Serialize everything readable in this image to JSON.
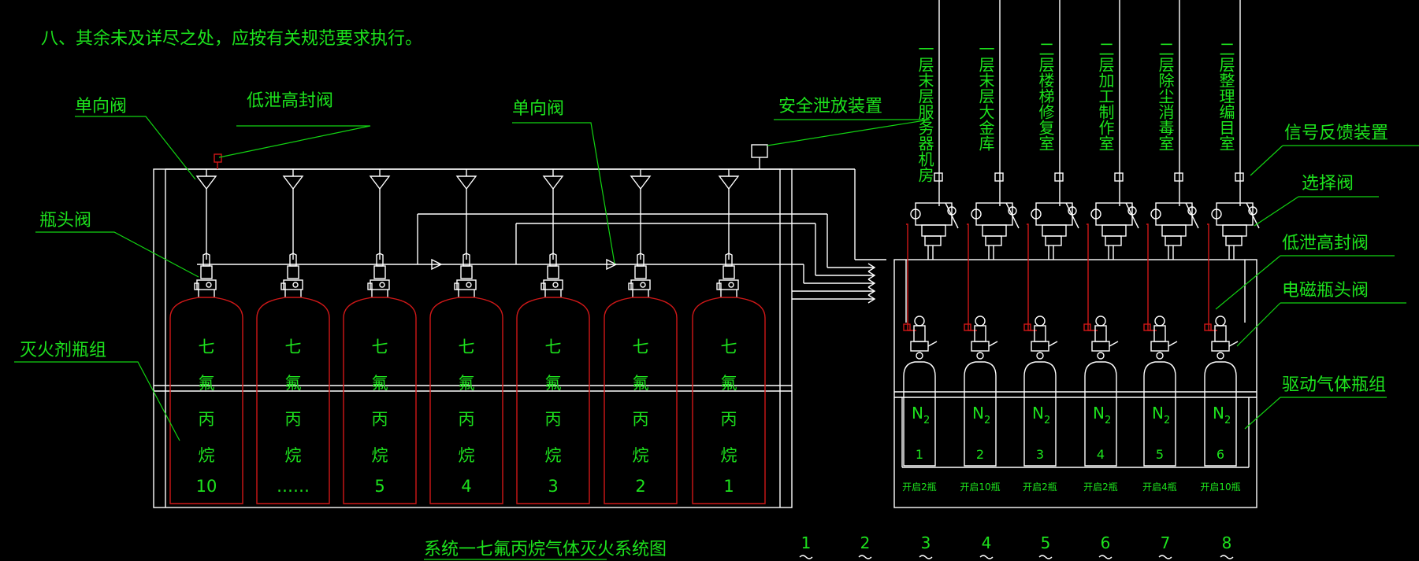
{
  "note": "八、其余未及详尽之处，应按有关规范要求执行。",
  "labels": {
    "check_valve_left": "单向阀",
    "low_leak_seal_valve_top": "低泄高封阀",
    "check_valve_mid": "单向阀",
    "safety_relief": "安全泄放装置",
    "bottle_valve": "瓶头阀",
    "agent_bottle_group": "灭火剂瓶组",
    "signal_feedback": "信号反馈装置",
    "selector_valve": "选择阀",
    "low_leak_seal_valve_right": "低泄高封阀",
    "solenoid_bottle_valve": "电磁瓶头阀",
    "driver_gas_group": "驱动气体瓶组"
  },
  "agent_cylinders": [
    {
      "chars": [
        "七",
        "氟",
        "丙",
        "烷"
      ],
      "number": "10"
    },
    {
      "chars": [
        "七",
        "氟",
        "丙",
        "烷"
      ],
      "number": "……"
    },
    {
      "chars": [
        "七",
        "氟",
        "丙",
        "烷"
      ],
      "number": "5"
    },
    {
      "chars": [
        "七",
        "氟",
        "丙",
        "烷"
      ],
      "number": "4"
    },
    {
      "chars": [
        "七",
        "氟",
        "丙",
        "烷"
      ],
      "number": "3"
    },
    {
      "chars": [
        "七",
        "氟",
        "丙",
        "烷"
      ],
      "number": "2"
    },
    {
      "chars": [
        "七",
        "氟",
        "丙",
        "烷"
      ],
      "number": "1"
    }
  ],
  "protected_zones": [
    "一层末层服务器机房",
    "一层末层大金库",
    "二层楼梯修复室",
    "二层加工制作室",
    "二层除尘消毒室",
    "二层整理编目室"
  ],
  "driver_cylinders": [
    {
      "gas": "N",
      "sub": "2",
      "number": "1",
      "open": "开启2瓶"
    },
    {
      "gas": "N",
      "sub": "2",
      "number": "2",
      "open": "开启10瓶"
    },
    {
      "gas": "N",
      "sub": "2",
      "number": "3",
      "open": "开启2瓶"
    },
    {
      "gas": "N",
      "sub": "2",
      "number": "4",
      "open": "开启2瓶"
    },
    {
      "gas": "N",
      "sub": "2",
      "number": "5",
      "open": "开启4瓶"
    },
    {
      "gas": "N",
      "sub": "2",
      "number": "6",
      "open": "开启10瓶"
    }
  ],
  "title": "系统一七氟丙烷气体灭火系统图",
  "axis_numbers": [
    "1",
    "2",
    "3",
    "4",
    "5",
    "6",
    "7",
    "8"
  ]
}
